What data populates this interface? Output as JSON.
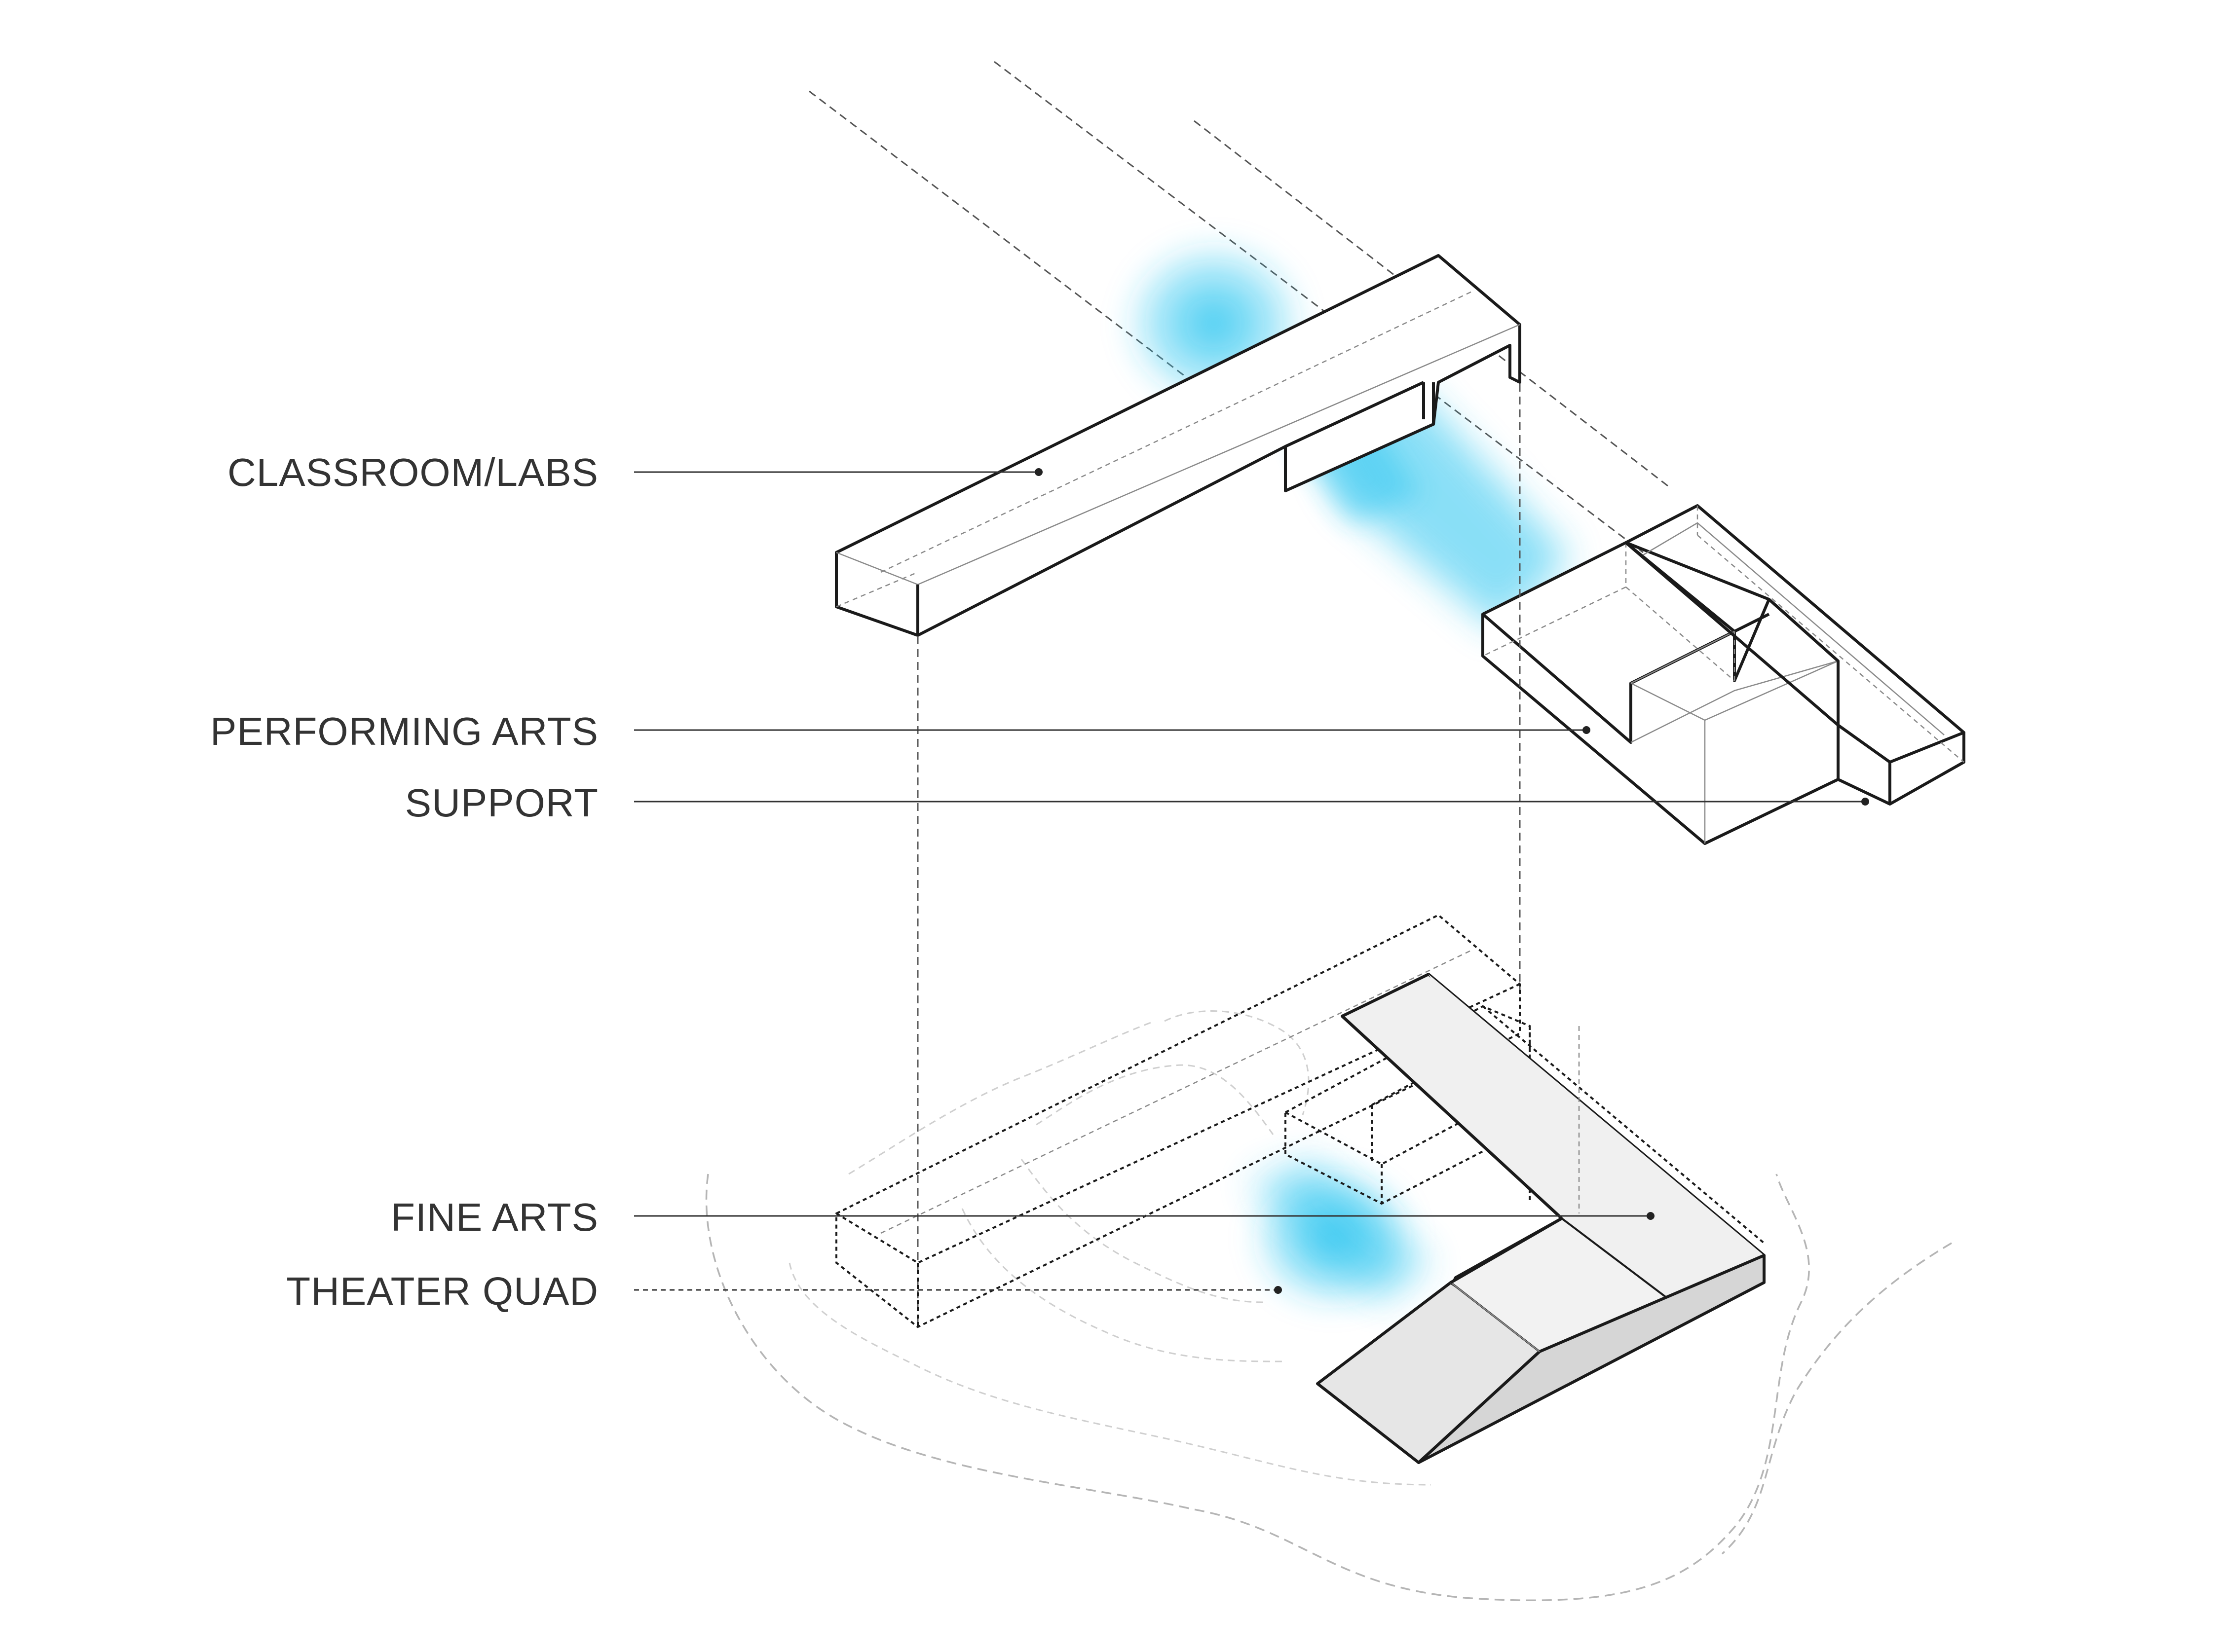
{
  "labels": {
    "classroom_labs": "CLASSROOM/LABS",
    "performing_arts": "PERFORMING ARTS",
    "support": "SUPPORT",
    "fine_arts": "FINE ARTS",
    "theater_quad": "THEATER QUAD"
  },
  "colors": {
    "text": "#333333",
    "line": "#1a1a1a",
    "light_glow": "#29c5f0",
    "fill_light": "#f0f0f0",
    "fill_mid": "#e2e2e2",
    "fill_dark": "#d2d2d2"
  }
}
